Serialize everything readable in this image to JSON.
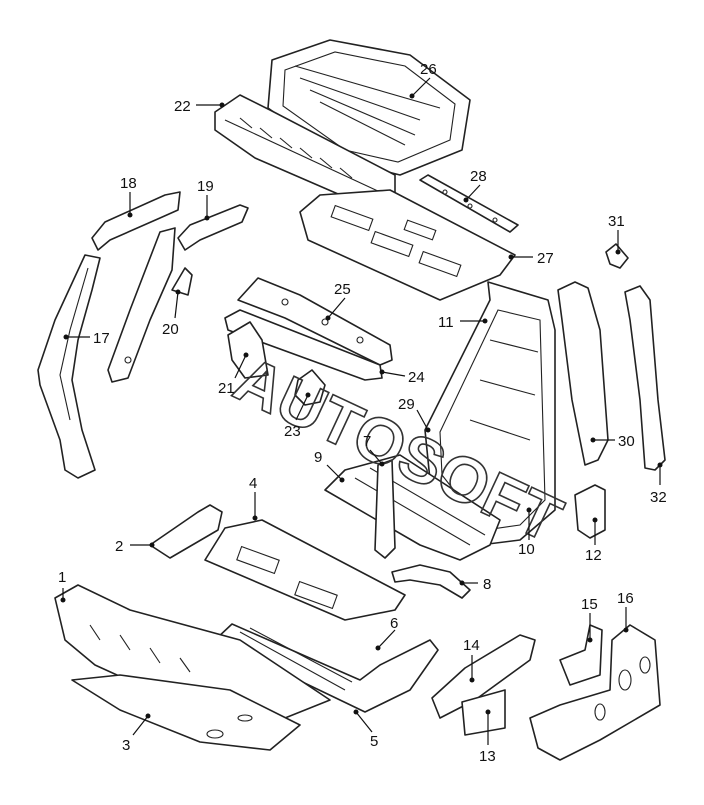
{
  "watermark": "AUTOSOFT",
  "callouts": {
    "c1": "1",
    "c2": "2",
    "c3": "3",
    "c4": "4",
    "c5": "5",
    "c6": "6",
    "c7": "7",
    "c8": "8",
    "c9": "9",
    "c10": "10",
    "c11": "11",
    "c12": "12",
    "c13": "13",
    "c14": "14",
    "c15": "15",
    "c16": "16",
    "c17": "17",
    "c18": "18",
    "c19": "19",
    "c20": "20",
    "c21": "21",
    "c22": "22",
    "c23": "23",
    "c24": "24",
    "c25": "25",
    "c26": "26",
    "c27": "27",
    "c28": "28",
    "c29": "29",
    "c30": "30",
    "c31": "31",
    "c32": "32"
  },
  "colors": {
    "line": "#222222",
    "background": "#ffffff"
  }
}
